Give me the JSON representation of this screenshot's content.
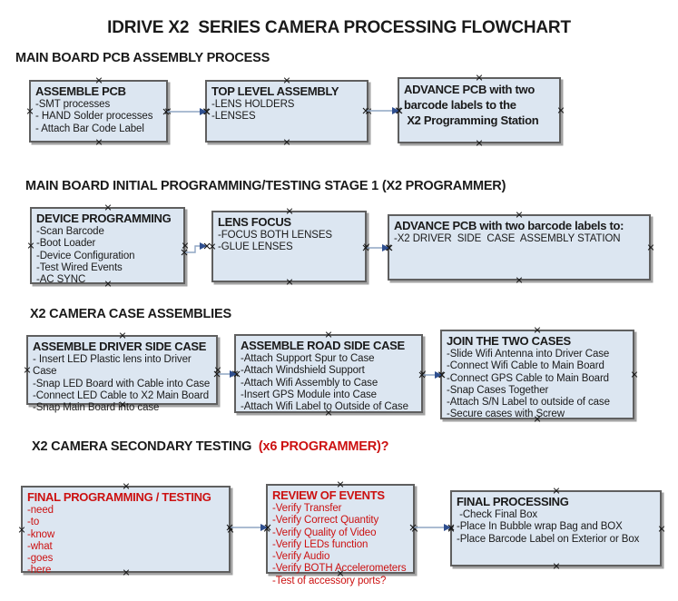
{
  "title": "IDRIVE X2  SERIES CAMERA PROCESSING FLOWCHART",
  "colors": {
    "box_fill": "#dce6f1",
    "box_border": "#5f5f5f",
    "box_shadow": "#a3a3a3",
    "arrow_line": "#8fa6c4",
    "arrow_head": "#2f4f8f",
    "red": "#cc1111",
    "text": "#1a1a1a"
  },
  "sections": [
    {
      "heading": "MAIN BOARD PCB ASSEMBLY PROCESS",
      "boxes": [
        {
          "title": "ASSEMBLE PCB",
          "items": [
            "-SMT processes",
            "- HAND Solder processes",
            "- Attach Bar Code Label"
          ]
        },
        {
          "title": "TOP LEVEL ASSEMBLY",
          "items": [
            "-LENS HOLDERS",
            "-LENSES"
          ]
        },
        {
          "title": "ADVANCE PCB with two\nbarcode labels to the\n X2 Programming Station",
          "items": []
        }
      ]
    },
    {
      "heading": "MAIN BOARD INITIAL PROGRAMMING/TESTING STAGE 1 (X2 PROGRAMMER)",
      "boxes": [
        {
          "title": "DEVICE PROGRAMMING",
          "items": [
            "-Scan Barcode",
            "-Boot Loader",
            "-Device Configuration",
            "-Test Wired Events",
            "-AC SYNC"
          ]
        },
        {
          "title": "LENS FOCUS",
          "items": [
            "-FOCUS BOTH LENSES",
            "-GLUE LENSES"
          ]
        },
        {
          "title": "ADVANCE PCB with two barcode labels to:",
          "items": [
            "-X2 DRIVER  SIDE  CASE  ASSEMBLY STATION"
          ]
        }
      ]
    },
    {
      "heading": "X2 CAMERA CASE ASSEMBLIES",
      "boxes": [
        {
          "title": "ASSEMBLE DRIVER SIDE CASE",
          "items": [
            "- Insert LED Plastic lens into Driver Case",
            "-Snap LED Board with Cable into Case",
            "-Connect LED Cable to X2 Main Board",
            "-Snap Main Board into case"
          ]
        },
        {
          "title": "ASSEMBLE ROAD SIDE CASE",
          "items": [
            "-Attach Support Spur to Case",
            "-Attach Windshield Support",
            "-Attach Wifi Assembly to Case",
            "-Insert GPS Module into Case",
            "-Attach Wifi Label to Outside of Case"
          ]
        },
        {
          "title": "JOIN THE TWO CASES",
          "items": [
            "-Slide Wifi Antenna into Driver Case",
            "-Connect Wifi Cable to Main Board",
            "-Connect GPS Cable to Main Board",
            "-Snap Cases Together",
            "-Attach S/N Label to outside of case",
            "-Secure cases with Screw"
          ]
        }
      ]
    },
    {
      "heading": "X2 CAMERA SECONDARY TESTING",
      "heading_red": "  (x6 PROGRAMMER)?",
      "boxes": [
        {
          "title": "FINAL PROGRAMMING / TESTING",
          "items": [
            "-need",
            "-to",
            "-know",
            "-what",
            "-goes",
            "-here"
          ]
        },
        {
          "title": "REVIEW OF EVENTS",
          "items": [
            "-Verify Transfer",
            "-Verify Correct Quantity",
            "-Verify Quality of Video",
            "-Verify LEDs function",
            "-Verify Audio",
            "-Verify BOTH Accelerometers",
            "-Test of accessory ports?"
          ]
        },
        {
          "title": "FINAL PROCESSING",
          "items": [
            " -Check Final Box",
            "-Place In Bubble wrap Bag and BOX",
            "-Place Barcode Label on Exterior or Box"
          ]
        }
      ]
    }
  ]
}
